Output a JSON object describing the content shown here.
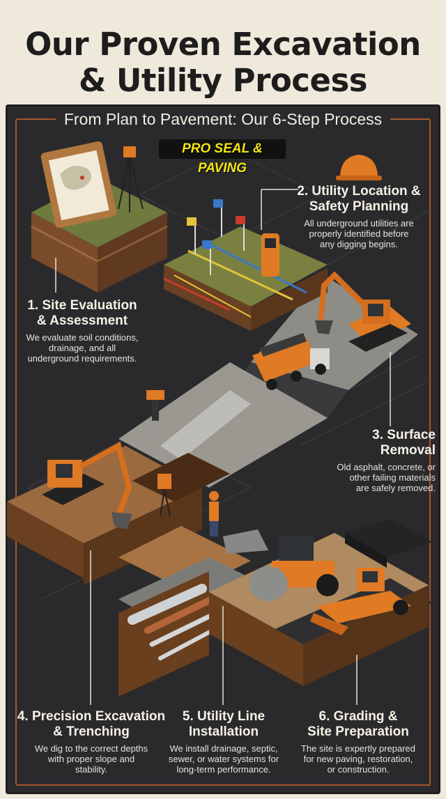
{
  "title_line1": "Our Proven Excavation",
  "title_line2": "& Utility Process",
  "subtitle": "From Plan to Pavement: Our 6-Step Process",
  "brand": "PRO SEAL & PAVING",
  "steps": [
    {
      "title_line1": "1. Site Evaluation",
      "title_line2": "& Assessment",
      "desc_line1": "We evaluate soil conditions,",
      "desc_line2": "drainage, and all",
      "desc_line3": "underground requirements."
    },
    {
      "title_line1": "2. Utility Location &",
      "title_line2": "Safety Planning",
      "desc_line1": "All underground utilities are",
      "desc_line2": "properly identified before",
      "desc_line3": "any digging begins."
    },
    {
      "title_line1": "3. Surface",
      "title_line2": "Removal",
      "desc_line1": "Old asphalt, concrete, or",
      "desc_line2": "other failing materials",
      "desc_line3": "are safely removed."
    },
    {
      "title_line1": "4. Precision Excavation",
      "title_line2": "& Trenching",
      "desc_line1": "We dig to the correct depths",
      "desc_line2": "with proper slope and",
      "desc_line3": "stability."
    },
    {
      "title_line1": "5. Utility Line",
      "title_line2": "Installation",
      "desc_line1": "We install drainage, septic,",
      "desc_line2": "sewer, or water systems for",
      "desc_line3": "long-term performance."
    },
    {
      "title_line1": "6. Grading &",
      "title_line2": "Site Preparation",
      "desc_line1": "The site is expertly prepared",
      "desc_line2": "for new paving, restoration,",
      "desc_line3": "or construction."
    }
  ],
  "colors": {
    "accent": "#e07a24",
    "board": "#2a2a2c",
    "soil": "#8a5a34",
    "grass": "#6f7a3e",
    "asphalt": "#3a3a3d"
  }
}
